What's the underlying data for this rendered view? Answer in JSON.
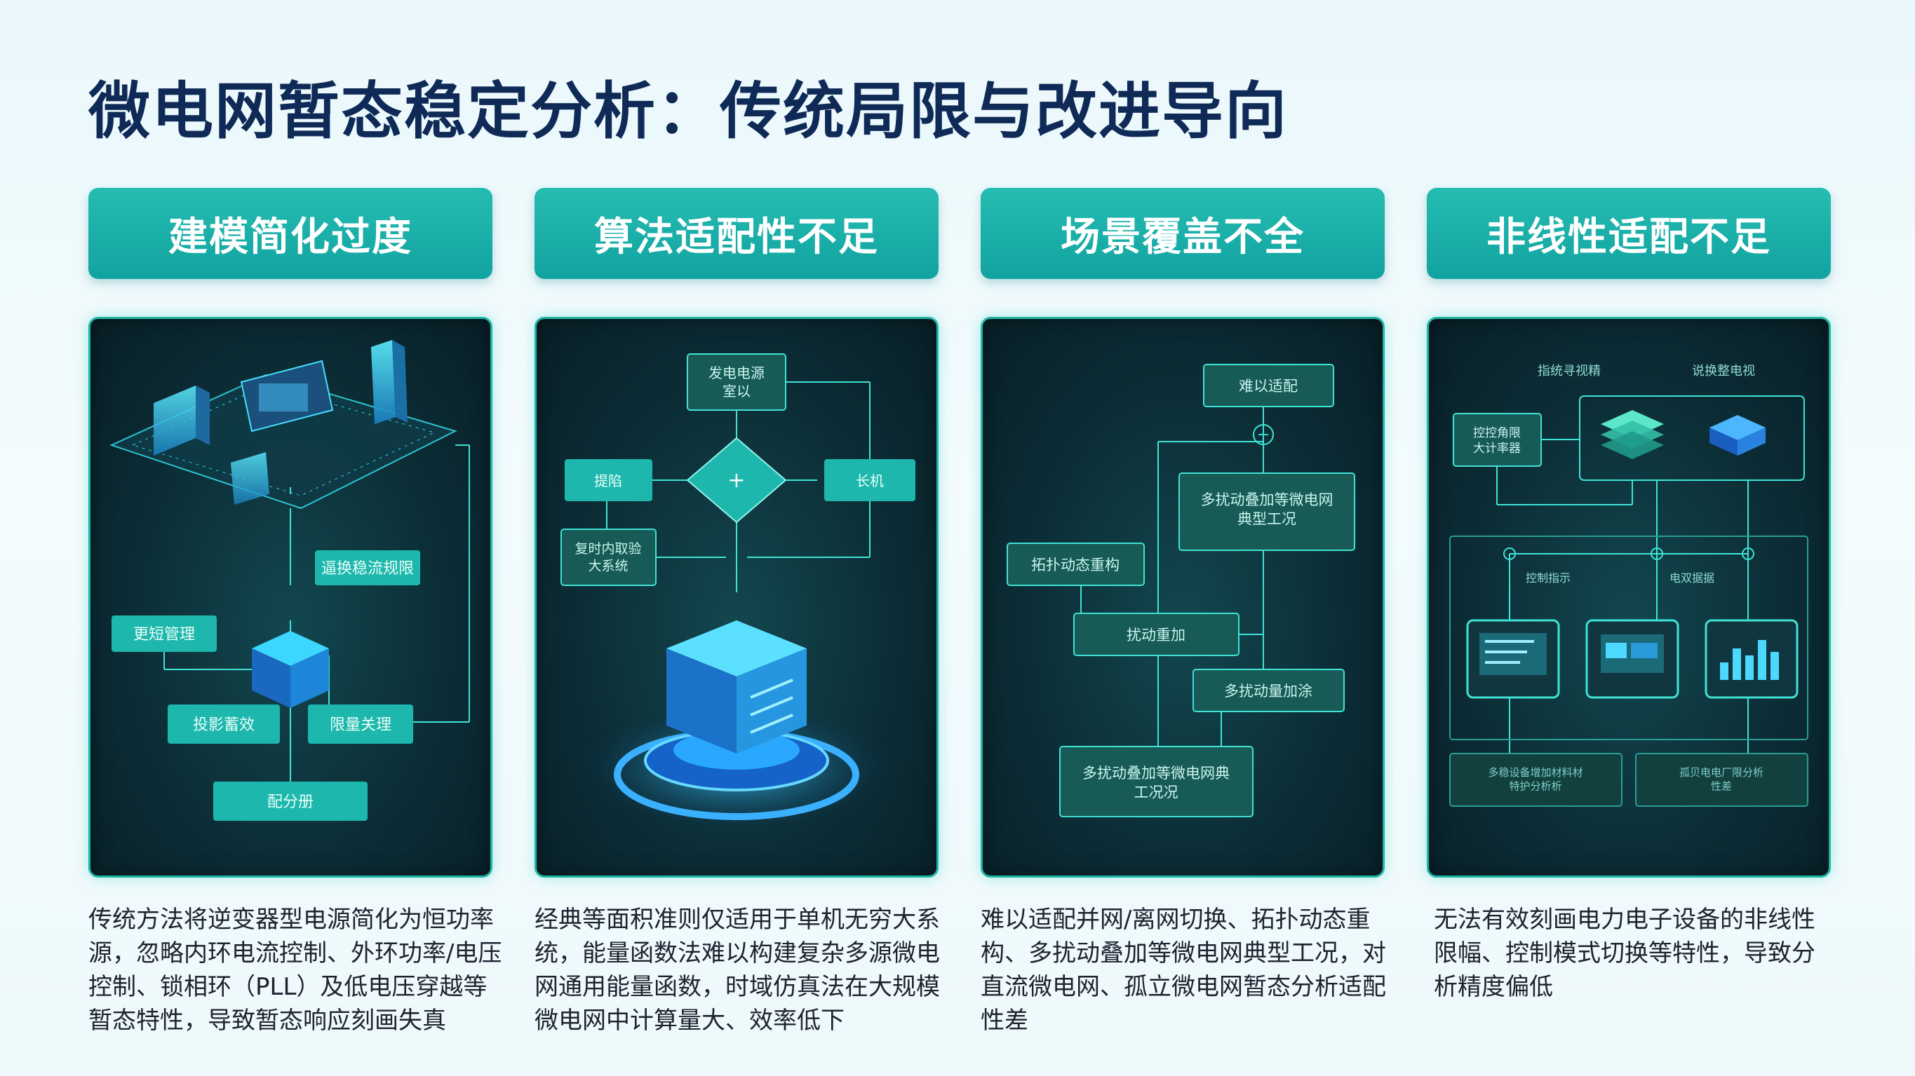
{
  "title": "微电网暂态稳定分析：传统局限与改进导向",
  "columns": [
    {
      "heading": "建模简化过度",
      "diagram_labels": [
        "逼换稳流规限",
        "更短管理",
        "投影蓄效",
        "限量关理",
        "配分册"
      ],
      "description": "传统方法将逆变器型电源简化为恒功率源，忽略内环电流控制、外环功率/电压控制、锁相环（PLL）及低电压穿越等暂态特性，导致暂态响应刻画失真"
    },
    {
      "heading": "算法适配性不足",
      "diagram_labels": [
        "发电电源\n室以",
        "提陷",
        "长机",
        "复时内取验\n大系统"
      ],
      "description": "经典等面积准则仅适用于单机无穷大系统，能量函数法难以构建复杂多源微电网通用能量函数，时域仿真法在大规模微电网中计算量大、效率低下"
    },
    {
      "heading": "场景覆盖不全",
      "diagram_labels": [
        "难以适配",
        "多扰动叠加等微电网\n典型工况",
        "拓扑动态重构",
        "扰动重加",
        "多扰动量加涂",
        "多扰动叠加等微电网典\n工况况"
      ],
      "description": "难以适配并网/离网切换、拓扑动态重构、多扰动叠加等微电网典型工况，对直流微电网、孤立微电网暂态分析适配性差"
    },
    {
      "heading": "非线性适配不足",
      "diagram_labels": [
        "指统寻视精",
        "说换整电视",
        "控控角限\n大计率器",
        "控制指示",
        "电双据据",
        "多稳设备增加材料材\n特护分析析",
        "孤贝电电厂限分析\n性差"
      ],
      "description": "无法有效刻画电力电子设备的非线性限幅、控制模式切换等特性，导致分析精度偏低"
    }
  ],
  "colors": {
    "title": "#0f2a57",
    "header_bg": "#1cae a8",
    "accent": "#1fb6a6",
    "panel_bg": "#0c2d36"
  }
}
